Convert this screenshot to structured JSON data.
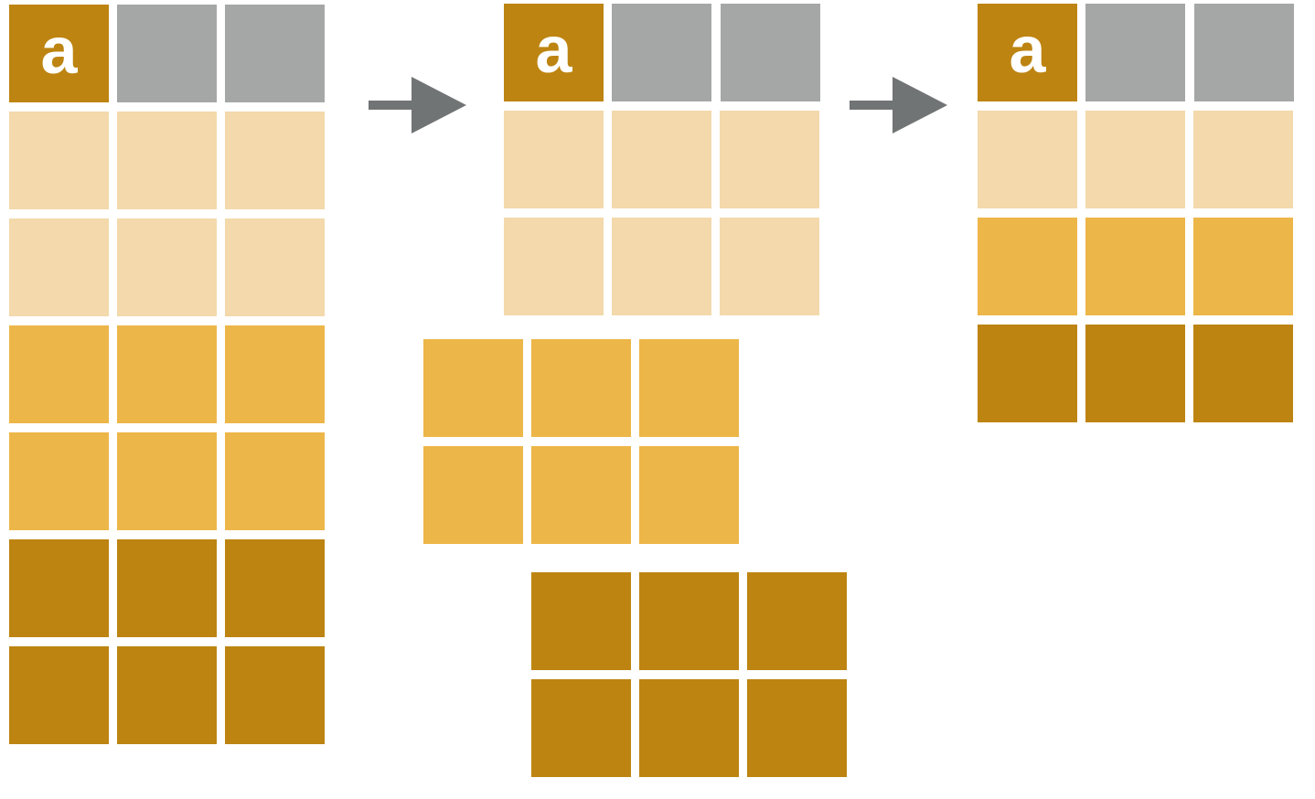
{
  "colors": {
    "key": "#BD8411",
    "header": "#A5A7A6",
    "group_light": "#F3D9AB",
    "group_medium": "#EDB648",
    "group_dark": "#BD8411",
    "arrow": "#717475",
    "label_text": "#FFFFFF"
  },
  "header_label": "a",
  "stages": [
    {
      "name": "input-table",
      "header": [
        "a",
        "",
        ""
      ],
      "rows": [
        "light",
        "light",
        "medium",
        "medium",
        "dark",
        "dark"
      ]
    },
    {
      "name": "split-groups",
      "groups": [
        {
          "header": [
            "a",
            "",
            ""
          ],
          "rows": [
            "light",
            "light"
          ]
        },
        {
          "rows": [
            "medium",
            "medium"
          ]
        },
        {
          "rows": [
            "dark",
            "dark"
          ]
        }
      ]
    },
    {
      "name": "summarized-table",
      "header": [
        "a",
        "",
        ""
      ],
      "rows": [
        "light",
        "medium",
        "dark"
      ]
    }
  ],
  "arrows": [
    "arrow-split",
    "arrow-combine"
  ]
}
